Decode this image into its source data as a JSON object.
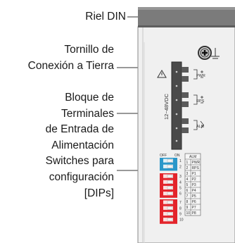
{
  "labels": {
    "din_rail": "Riel DIN",
    "ground_screw_line1": "Tornillo de",
    "ground_screw_line2": "Conexión a Tierra",
    "terminal_line1": "Bloque de",
    "terminal_line2": "Terminales",
    "terminal_line3": "de Entrada de",
    "terminal_line4": "Alimentación",
    "dip_line1": "Switches para",
    "dip_line2": "configuración",
    "dip_line3": "[DIPs]"
  },
  "device": {
    "voltage": "12~48VDC",
    "pwr": "PWR",
    "rps": "RPS",
    "alm": "ALM",
    "switch_off": "OFF",
    "switch_on": "ON",
    "alm_table_header": "ALM",
    "alm_rows": [
      {
        "num": "1",
        "name": "PWR"
      },
      {
        "num": "2",
        "name": "RPS"
      },
      {
        "num": "3",
        "name": "P1"
      },
      {
        "num": "4",
        "name": "P2"
      },
      {
        "num": "5",
        "name": "P3"
      },
      {
        "num": "6",
        "name": "P4"
      },
      {
        "num": "7",
        "name": "P5"
      },
      {
        "num": "8",
        "name": "P6"
      },
      {
        "num": "9",
        "name": "P7"
      },
      {
        "num": "10",
        "name": "P8"
      }
    ],
    "dip_numbers": [
      "1",
      "2",
      "3",
      "4",
      "5",
      "6",
      "7",
      "8",
      "9",
      "10"
    ]
  },
  "colors": {
    "blue_switch": "#2a97c9",
    "red_switch": "#e3242b",
    "panel": "#eeeeee",
    "rail": "#7a7a7a",
    "terminal_block": "#4a4a4a"
  }
}
